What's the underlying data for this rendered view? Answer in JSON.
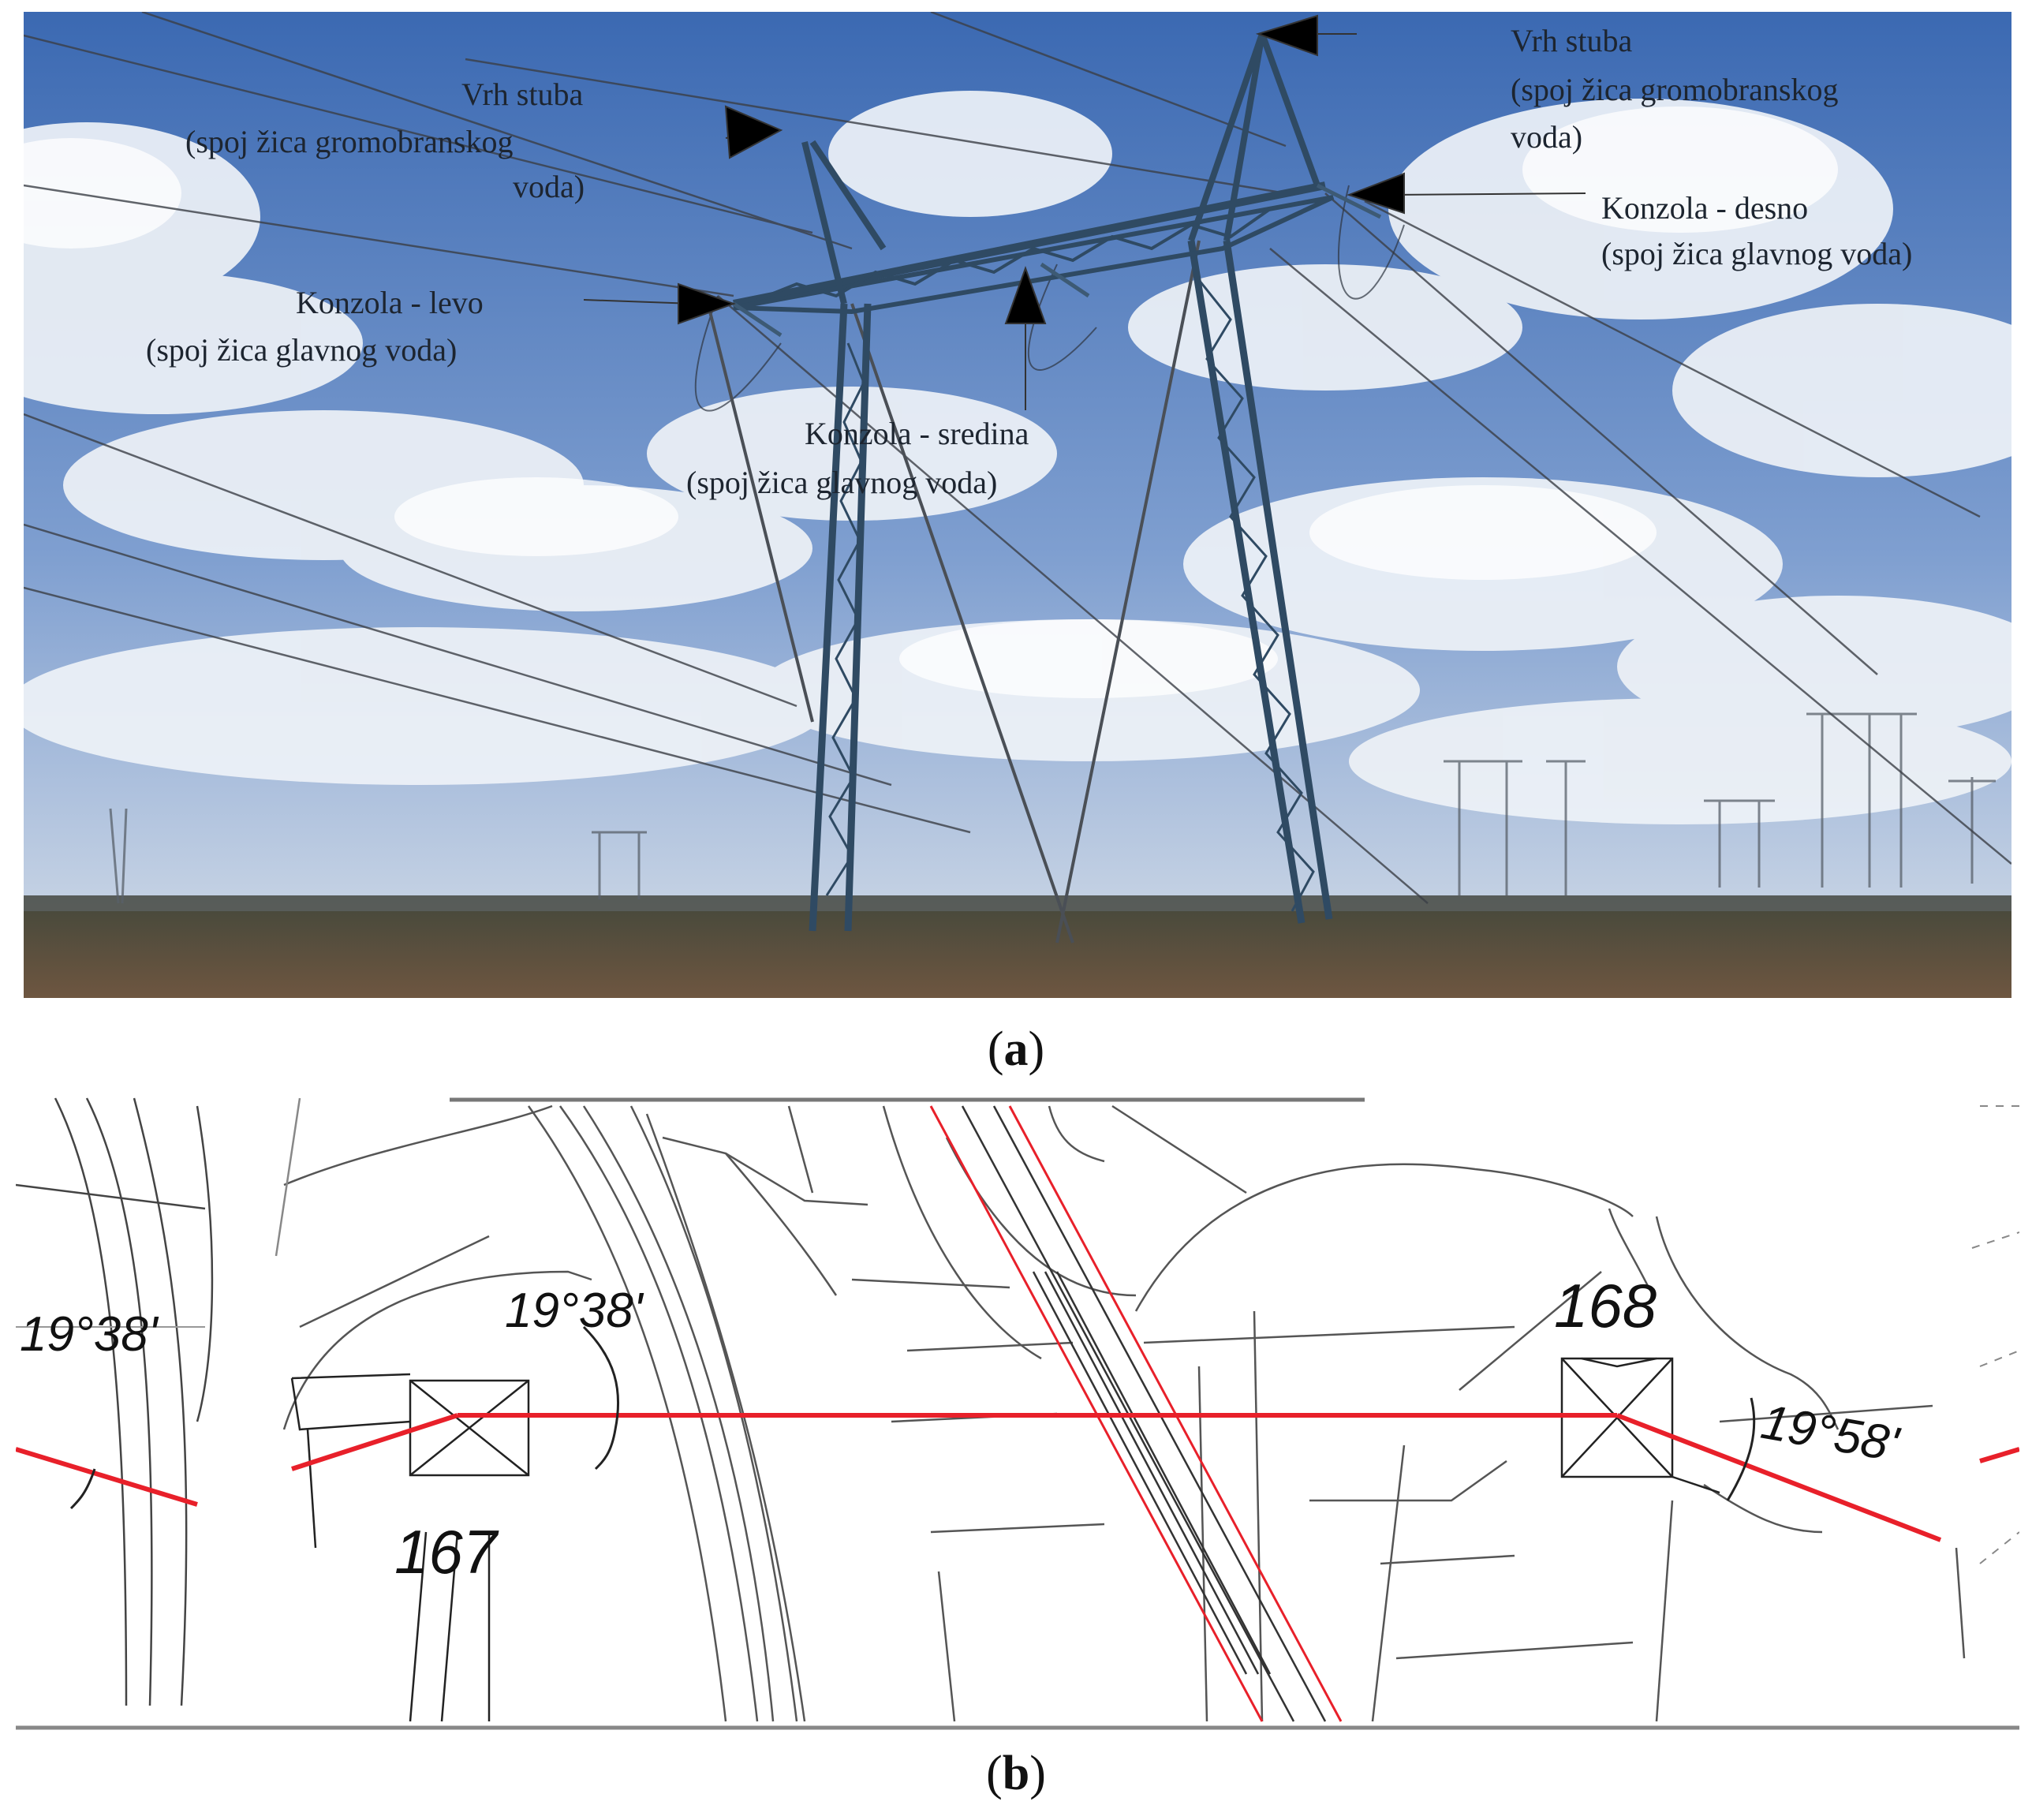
{
  "figure_a": {
    "caption_letter": "a",
    "labels": {
      "vrh_left_1": "Vrh stuba",
      "vrh_left_2": "(spoj žica gromobranskog",
      "vrh_left_3": "voda)",
      "vrh_right_1": "Vrh stuba",
      "vrh_right_2": "(spoj žica gromobranskog",
      "vrh_right_3": "voda)",
      "levo_1": "Konzola - levo",
      "levo_2": "(spoj žica glavnog voda)",
      "desno_1": "Konzola - desno",
      "desno_2": "(spoj žica glavnog voda)",
      "sredina_1": "Konzola - sredina",
      "sredina_2": "(spoj žica glavnog voda)"
    },
    "colors": {
      "sky_top": "#3f6fb8",
      "sky_bottom": "#c9d6e8",
      "ground": "#5a4a3a",
      "tower": "#2f4a63"
    }
  },
  "figure_b": {
    "caption_letter": "b",
    "tower_left": "167",
    "tower_right": "168",
    "angle_left_partial": "19°38'",
    "angle_left": "19°38'",
    "angle_right": "19°58'",
    "colors": {
      "route_line": "#e8202a",
      "linework": "#555555"
    }
  }
}
